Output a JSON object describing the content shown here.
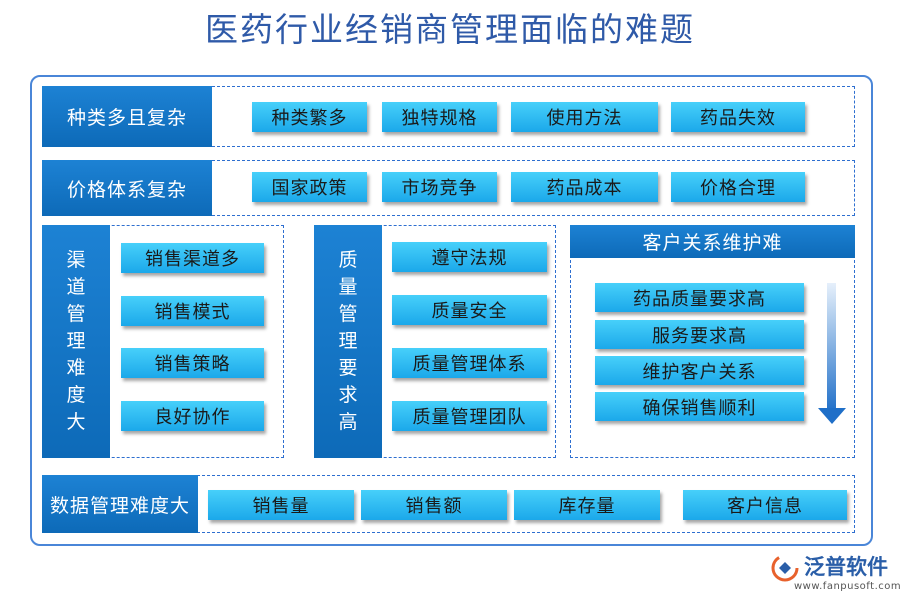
{
  "title": "医药行业经销商管理面临的难题",
  "rows": {
    "variety": {
      "label": "种类多且复杂",
      "items": [
        "种类繁多",
        "独特规格",
        "使用方法",
        "药品失效"
      ]
    },
    "price": {
      "label": "价格体系复杂",
      "items": [
        "国家政策",
        "市场竞争",
        "药品成本",
        "价格合理"
      ]
    },
    "data": {
      "label": "数据管理难度大",
      "items": [
        "销售量",
        "销售额",
        "库存量",
        "客户信息"
      ]
    }
  },
  "channel": {
    "label_chars": [
      "渠",
      "道",
      "管",
      "理",
      "难",
      "度",
      "大"
    ],
    "items": [
      "销售渠道多",
      "销售模式",
      "销售策略",
      "良好协作"
    ]
  },
  "quality": {
    "label_chars": [
      "质",
      "量",
      "管",
      "理",
      "要",
      "求",
      "高"
    ],
    "items": [
      "遵守法规",
      "质量安全",
      "质量管理体系",
      "质量管理团队"
    ]
  },
  "customer": {
    "label": "客户关系维护难",
    "items": [
      "药品质量要求高",
      "服务要求高",
      "维护客户关系",
      "确保销售顺利"
    ]
  },
  "logo": {
    "name": "泛普软件",
    "url": "www.fanpusoft.com"
  },
  "colors": {
    "label_blue": "#0d6ab8",
    "chip_cyan": "#2bb8f0",
    "title_blue": "#2f5aa8",
    "border_blue": "#4a86d8"
  }
}
